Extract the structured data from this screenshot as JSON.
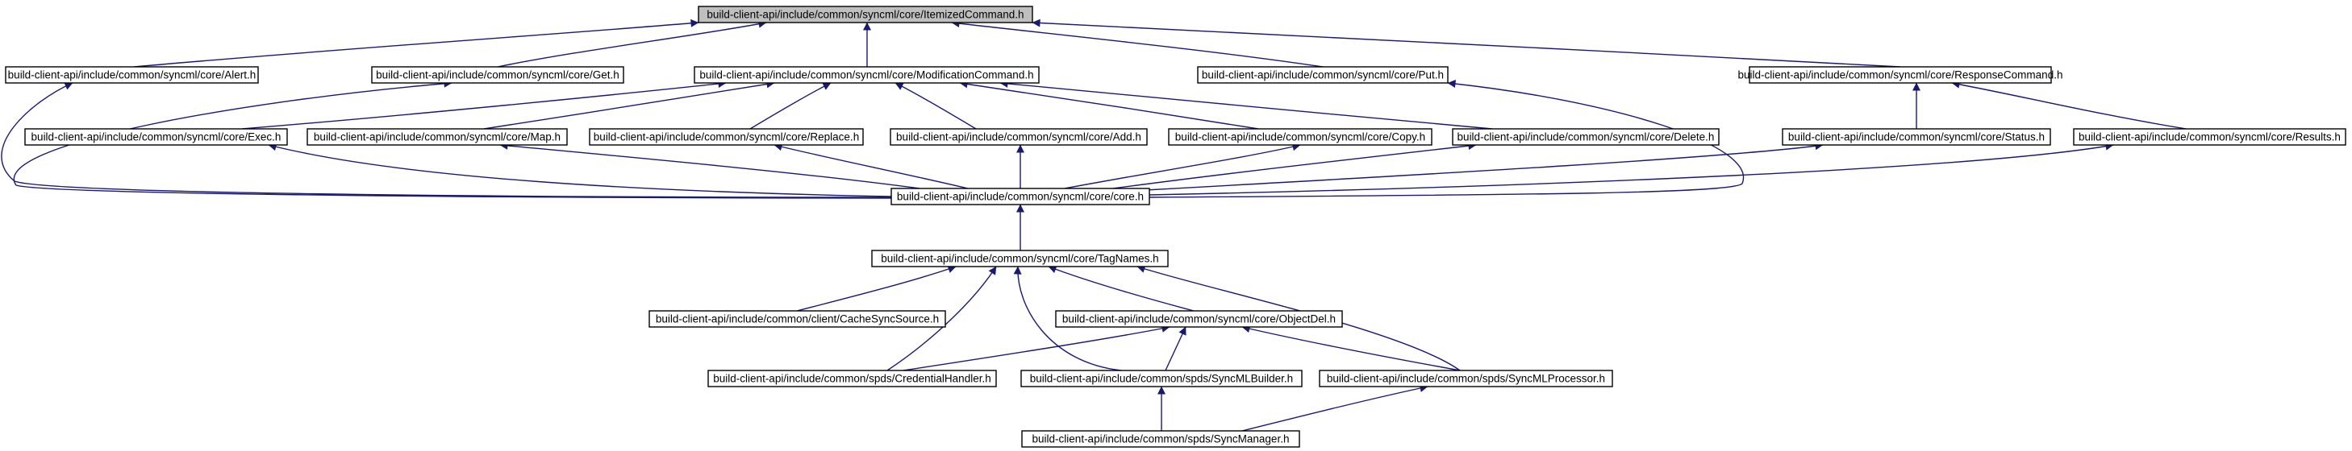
{
  "diagram": {
    "title": "",
    "edge_color": "#191970",
    "root_fill": "#bfbfbf",
    "node_fill": "#ffffff",
    "nodes": [
      {
        "id": "itemized",
        "label": "build-client-api/include/common/syncml/core/ItemizedCommand.h",
        "root": true
      },
      {
        "id": "alert",
        "label": "build-client-api/include/common/syncml/core/Alert.h"
      },
      {
        "id": "get",
        "label": "build-client-api/include/common/syncml/core/Get.h"
      },
      {
        "id": "modification",
        "label": "build-client-api/include/common/syncml/core/ModificationCommand.h"
      },
      {
        "id": "put",
        "label": "build-client-api/include/common/syncml/core/Put.h"
      },
      {
        "id": "response",
        "label": "build-client-api/include/common/syncml/core/ResponseCommand.h"
      },
      {
        "id": "exec",
        "label": "build-client-api/include/common/syncml/core/Exec.h"
      },
      {
        "id": "map",
        "label": "build-client-api/include/common/syncml/core/Map.h"
      },
      {
        "id": "replace",
        "label": "build-client-api/include/common/syncml/core/Replace.h"
      },
      {
        "id": "add",
        "label": "build-client-api/include/common/syncml/core/Add.h"
      },
      {
        "id": "copy",
        "label": "build-client-api/include/common/syncml/core/Copy.h"
      },
      {
        "id": "delete",
        "label": "build-client-api/include/common/syncml/core/Delete.h"
      },
      {
        "id": "status",
        "label": "build-client-api/include/common/syncml/core/Status.h"
      },
      {
        "id": "results",
        "label": "build-client-api/include/common/syncml/core/Results.h"
      },
      {
        "id": "core",
        "label": "build-client-api/include/common/syncml/core/core.h"
      },
      {
        "id": "tagnames",
        "label": "build-client-api/include/common/syncml/core/TagNames.h"
      },
      {
        "id": "cachesync",
        "label": "build-client-api/include/common/client/CacheSyncSource.h"
      },
      {
        "id": "objectdel",
        "label": "build-client-api/include/common/syncml/core/ObjectDel.h"
      },
      {
        "id": "credential",
        "label": "build-client-api/include/common/spds/CredentialHandler.h"
      },
      {
        "id": "builder",
        "label": "build-client-api/include/common/spds/SyncMLBuilder.h"
      },
      {
        "id": "processor",
        "label": "build-client-api/include/common/spds/SyncMLProcessor.h"
      },
      {
        "id": "manager",
        "label": "build-client-api/include/common/spds/SyncManager.h"
      }
    ],
    "edges": [
      {
        "from": "alert",
        "to": "itemized"
      },
      {
        "from": "get",
        "to": "itemized"
      },
      {
        "from": "modification",
        "to": "itemized"
      },
      {
        "from": "put",
        "to": "itemized"
      },
      {
        "from": "response",
        "to": "itemized"
      },
      {
        "from": "exec",
        "to": "modification"
      },
      {
        "from": "map",
        "to": "modification"
      },
      {
        "from": "replace",
        "to": "modification"
      },
      {
        "from": "add",
        "to": "modification"
      },
      {
        "from": "copy",
        "to": "modification"
      },
      {
        "from": "delete",
        "to": "modification"
      },
      {
        "from": "status",
        "to": "response"
      },
      {
        "from": "results",
        "to": "response"
      },
      {
        "from": "core",
        "to": "alert"
      },
      {
        "from": "core",
        "to": "get"
      },
      {
        "from": "core",
        "to": "put"
      },
      {
        "from": "core",
        "to": "exec"
      },
      {
        "from": "core",
        "to": "map"
      },
      {
        "from": "core",
        "to": "replace"
      },
      {
        "from": "core",
        "to": "add"
      },
      {
        "from": "core",
        "to": "copy"
      },
      {
        "from": "core",
        "to": "delete"
      },
      {
        "from": "core",
        "to": "status"
      },
      {
        "from": "core",
        "to": "results"
      },
      {
        "from": "tagnames",
        "to": "core"
      },
      {
        "from": "cachesync",
        "to": "tagnames"
      },
      {
        "from": "objectdel",
        "to": "tagnames"
      },
      {
        "from": "credential",
        "to": "tagnames"
      },
      {
        "from": "builder",
        "to": "tagnames"
      },
      {
        "from": "processor",
        "to": "tagnames"
      },
      {
        "from": "credential",
        "to": "objectdel"
      },
      {
        "from": "builder",
        "to": "objectdel"
      },
      {
        "from": "processor",
        "to": "objectdel"
      },
      {
        "from": "manager",
        "to": "builder"
      },
      {
        "from": "manager",
        "to": "processor"
      }
    ]
  }
}
